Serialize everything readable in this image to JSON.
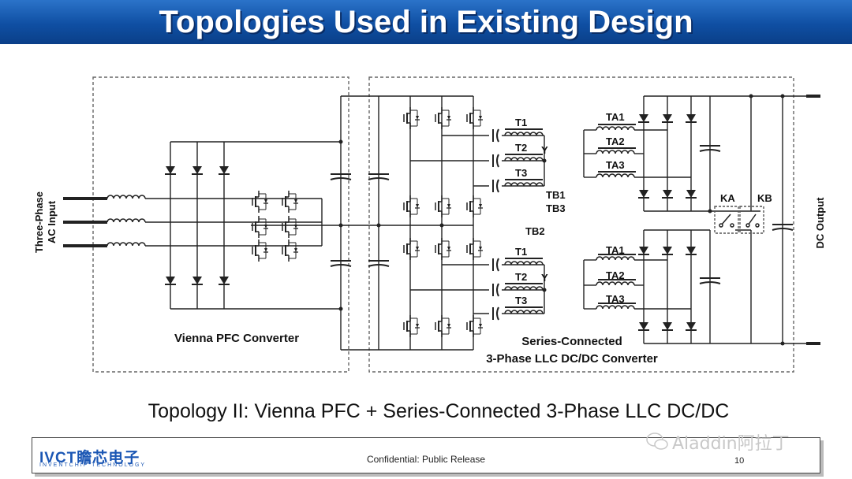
{
  "slide": {
    "title": "Topologies Used in Existing Design",
    "caption": "Topology II:  Vienna PFC + Series-Connected 3-Phase LLC DC/DC"
  },
  "diagram": {
    "input_label_line1": "Three-Phase",
    "input_label_line2": "AC Input",
    "pfc_label": "Vienna PFC Converter",
    "llc_label_line1": "Series-Connected",
    "llc_label_line2": "3-Phase LLC DC/DC Converter",
    "output_label": "DC Output",
    "transformers": [
      "T1",
      "T2",
      "T3"
    ],
    "transformer_conn": "Y",
    "tb_label_top1": "TB1",
    "tb_label_top2": "TB3",
    "tb_label_mid": "TB2",
    "aux_transformers": [
      "TA1",
      "TA2",
      "TA3"
    ],
    "switch_a": "KA",
    "switch_b": "KB"
  },
  "footer": {
    "logo_text": "IVCT瞻芯电子",
    "logo_subtext": "INVENTCHIP TECHNOLOGY",
    "confidential": "Confidential: Public Release",
    "page_number": "10",
    "watermark": "Aladdin阿拉丁"
  },
  "colors": {
    "title_bar": "#0f4fa3",
    "logo": "#1a56b4",
    "line": "#222222"
  }
}
